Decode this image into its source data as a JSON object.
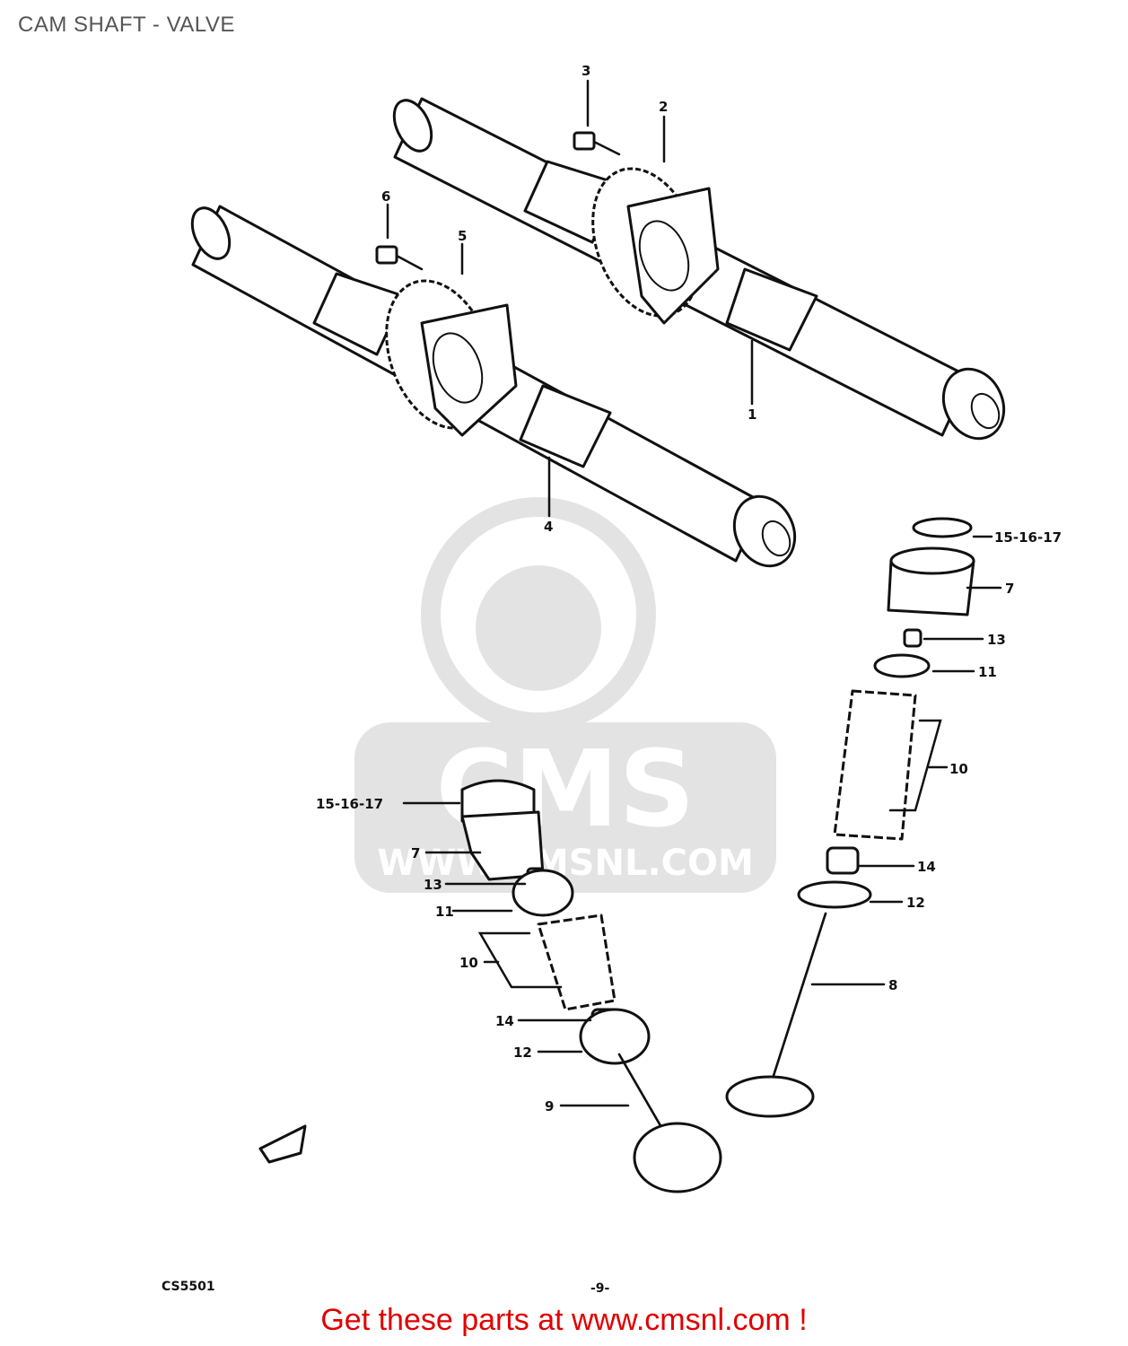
{
  "title": "CAM SHAFT - VALVE",
  "watermark": {
    "brand": "CMS",
    "url": "WWW.CMSNL.COM"
  },
  "callouts": {
    "c1": "1",
    "c2": "2",
    "c3": "3",
    "c4": "4",
    "c5": "5",
    "c6": "6",
    "r15": "15-16-17",
    "r7": "7",
    "r13": "13",
    "r11": "11",
    "r10": "10",
    "r14": "14",
    "r12": "12",
    "r8": "8",
    "l15": "15-16-17",
    "l7": "7",
    "l13": "13",
    "l11": "11",
    "l10": "10",
    "l14": "14",
    "l12": "12",
    "l9": "9"
  },
  "footer": {
    "code": "CS5501",
    "page": "-9-",
    "cta": "Get these parts at www.cmsnl.com !"
  },
  "colors": {
    "cta": "#e00000",
    "title": "#555555",
    "ink": "#111111"
  }
}
